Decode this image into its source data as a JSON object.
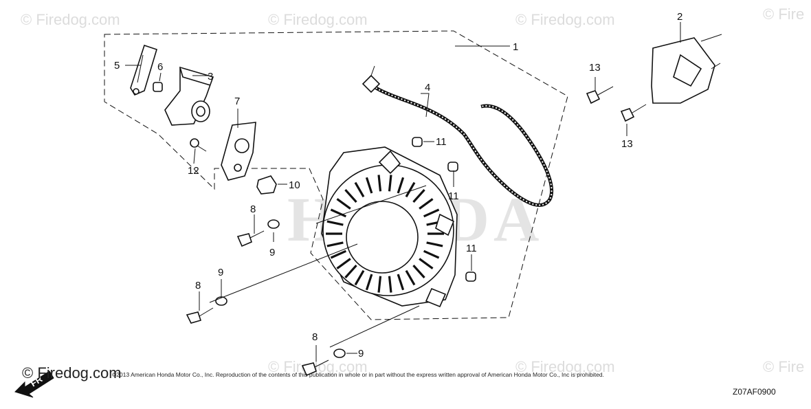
{
  "watermarks": [
    "© Firedog.com",
    "© Firedog.com",
    "© Firedog.com",
    "© Fire",
    "© Firedog.com",
    "© Firedog.com",
    "© Fire"
  ],
  "brand_logo": "© Firedog.com",
  "honda_watermark": "HONDA",
  "copyright": "©2013 American Honda Motor Co., Inc. Reproduction of the contents of this publication in whole or in part without the express written approval of American Honda Motor Co., Inc is prohibited.",
  "diagram_code": "Z07AF0900",
  "front_arrow_label": "FR",
  "callouts": {
    "c1": "1",
    "c2": "2",
    "c3": "3",
    "c4": "4",
    "c5": "5",
    "c6": "6",
    "c7": "7",
    "c8a": "8",
    "c8b": "8",
    "c8c": "8",
    "c9a": "9",
    "c9b": "9",
    "c9c": "9",
    "c10": "10",
    "c11a": "11",
    "c11b": "11",
    "c11c": "11",
    "c12": "12",
    "c13a": "13",
    "c13b": "13"
  }
}
